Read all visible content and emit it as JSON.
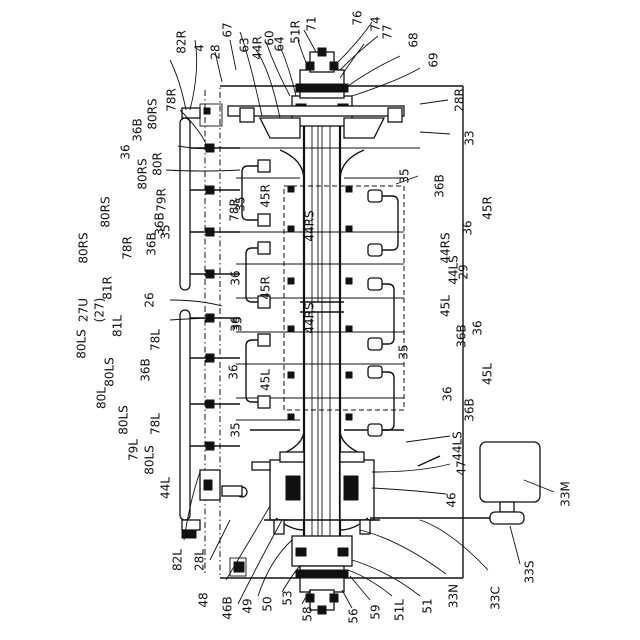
{
  "labels": [
    "82R",
    "4",
    "28",
    "67",
    "63",
    "44R",
    "60",
    "64",
    "51R",
    "71",
    "76",
    "74",
    "77",
    "68",
    "69",
    "28R",
    "33",
    "78R",
    "80RS",
    "36B",
    "36",
    "80R",
    "80RS",
    "79R",
    "35",
    "45R",
    "36B",
    "78R",
    "36B",
    "45R",
    "80RS",
    "35",
    "44RS",
    "36",
    "44RS",
    "78R",
    "36B",
    "80RS",
    "35",
    "36",
    "29",
    "44LS",
    "45R",
    "27U",
    "(27)",
    "81R",
    "26",
    "81L",
    "36",
    "45L",
    "80LS",
    "35",
    "44RS",
    "36",
    "80LS",
    "78L",
    "36B",
    "35",
    "36",
    "45L",
    "80L",
    "36B",
    "45L",
    "80LS",
    "36",
    "35",
    "36B",
    "78L",
    "44LS",
    "79L",
    "47",
    "44L",
    "80LS",
    "46",
    "33M",
    "82L",
    "28L",
    "48",
    "46B",
    "49",
    "50",
    "53",
    "58",
    "56",
    "59",
    "51L",
    "51",
    "33N",
    "33C",
    "33S"
  ]
}
